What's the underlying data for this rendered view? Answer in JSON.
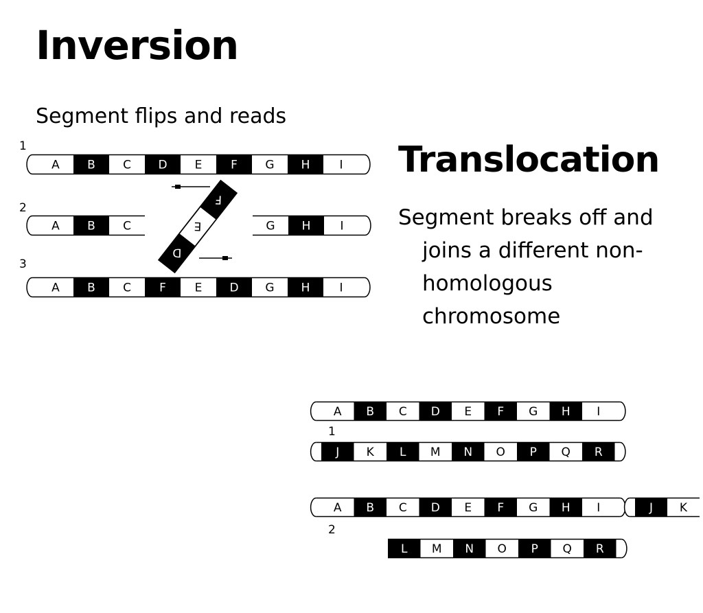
{
  "inversion": {
    "title": "Inversion",
    "description": "Segment flips and reads",
    "row_labels": [
      "1",
      "2",
      "3"
    ],
    "chromosome_1": [
      "A",
      "B",
      "C",
      "D",
      "E",
      "F",
      "G",
      "H",
      "I"
    ],
    "chromosome_2_left": [
      "A",
      "B",
      "C"
    ],
    "chromosome_2_right": [
      "G",
      "H",
      "I"
    ],
    "flipping_segment": [
      "D",
      "E",
      "F"
    ],
    "chromosome_3": [
      "A",
      "B",
      "C",
      "F",
      "E",
      "D",
      "G",
      "H",
      "I"
    ]
  },
  "translocation": {
    "title": "Translocation",
    "description_lines": [
      "Segment breaks off and",
      "joins a different non-",
      "homologous",
      "chromosome"
    ],
    "row_labels": [
      "1",
      "2"
    ],
    "before_top": [
      "A",
      "B",
      "C",
      "D",
      "E",
      "F",
      "G",
      "H",
      "I"
    ],
    "before_bottom": [
      "J",
      "K",
      "L",
      "M",
      "N",
      "O",
      "P",
      "Q",
      "R"
    ],
    "after_top": [
      "A",
      "B",
      "C",
      "D",
      "E",
      "F",
      "G",
      "H",
      "I"
    ],
    "after_top_attached": [
      "J",
      "K"
    ],
    "after_bottom": [
      "L",
      "M",
      "N",
      "O",
      "P",
      "Q",
      "R"
    ]
  }
}
